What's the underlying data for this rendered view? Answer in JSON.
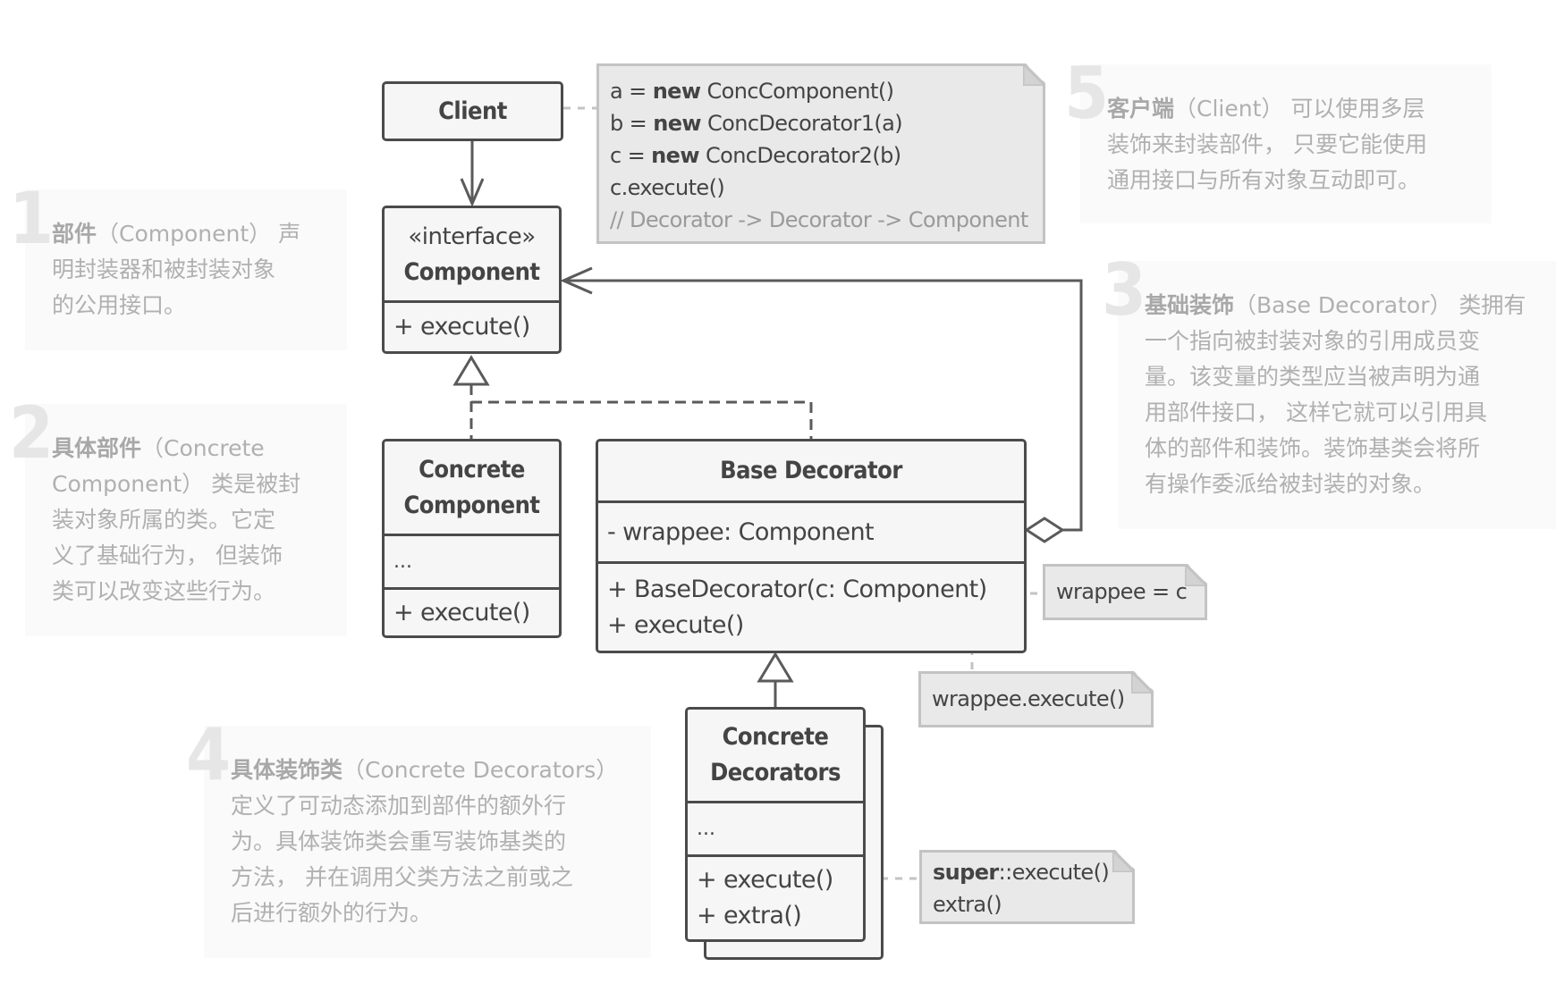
{
  "diagram": {
    "title": "Decorator pattern structure",
    "colors": {
      "box_border": "#4b4b4b",
      "box_fill": "#f6f6f6",
      "note_fill": "#e9e9e9",
      "note_border": "#c3c3c3",
      "desc_text": "#b0b0b0",
      "desc_bg": "#fafafa",
      "number": "#e6e6e6"
    }
  },
  "classes": {
    "client": {
      "name": "Client"
    },
    "component": {
      "stereotype": "«interface»",
      "name": "Component",
      "methods": [
        "+ execute()"
      ]
    },
    "concrete_component": {
      "name_line1": "Concrete",
      "name_line2": "Component",
      "fields": [
        "..."
      ],
      "methods": [
        "+ execute()"
      ]
    },
    "base_decorator": {
      "name": "Base Decorator",
      "fields": [
        "- wrappee: Component"
      ],
      "methods": [
        "+ BaseDecorator(c: Component)",
        "+ execute()"
      ]
    },
    "concrete_decorators": {
      "name_line1": "Concrete",
      "name_line2": "Decorators",
      "fields": [
        "..."
      ],
      "methods": [
        "+ execute()",
        "+ extra()"
      ]
    }
  },
  "notes": {
    "client_code": {
      "lines": [
        {
          "pre": "a = ",
          "kw": "new",
          "post": " ConcComponent()"
        },
        {
          "pre": "b = ",
          "kw": "new",
          "post": " ConcDecorator1(a)"
        },
        {
          "pre": "c = ",
          "kw": "new",
          "post": " ConcDecorator2(b)"
        },
        {
          "pre": "c.execute()",
          "kw": "",
          "post": ""
        }
      ],
      "comment": "// Decorator -> Decorator -> Component"
    },
    "constructor": "wrappee = c",
    "base_execute": "wrappee.execute()",
    "concrete_execute": {
      "kw": "super",
      "post": "::execute()",
      "line2": "extra()"
    }
  },
  "descriptions": [
    {
      "number": "1",
      "bold": "部件",
      "lines": [
        "（Component） 声",
        "明封装器和被封装对象",
        "的公用接口。"
      ]
    },
    {
      "number": "2",
      "bold": "具体部件",
      "lines": [
        "（Concrete",
        "Component） 类是被封",
        "装对象所属的类。它定",
        "义了基础行为， 但装饰",
        "类可以改变这些行为。"
      ]
    },
    {
      "number": "3",
      "bold": "基础装饰",
      "lines": [
        "（Base Decorator） 类拥有",
        "一个指向被封装对象的引用成员变",
        "量。该变量的类型应当被声明为通",
        "用部件接口， 这样它就可以引用具",
        "体的部件和装饰。装饰基类会将所",
        "有操作委派给被封装的对象。"
      ]
    },
    {
      "number": "4",
      "bold": "具体装饰类",
      "lines": [
        "（Concrete Decorators）",
        "定义了可动态添加到部件的额外行",
        "为。具体装饰类会重写装饰基类的",
        "方法， 并在调用父类方法之前或之",
        "后进行额外的行为。"
      ]
    },
    {
      "number": "5",
      "bold": "客户端",
      "lines": [
        "（Client） 可以使用多层",
        "装饰来封装部件， 只要它能使用",
        "通用接口与所有对象互动即可。"
      ]
    }
  ]
}
